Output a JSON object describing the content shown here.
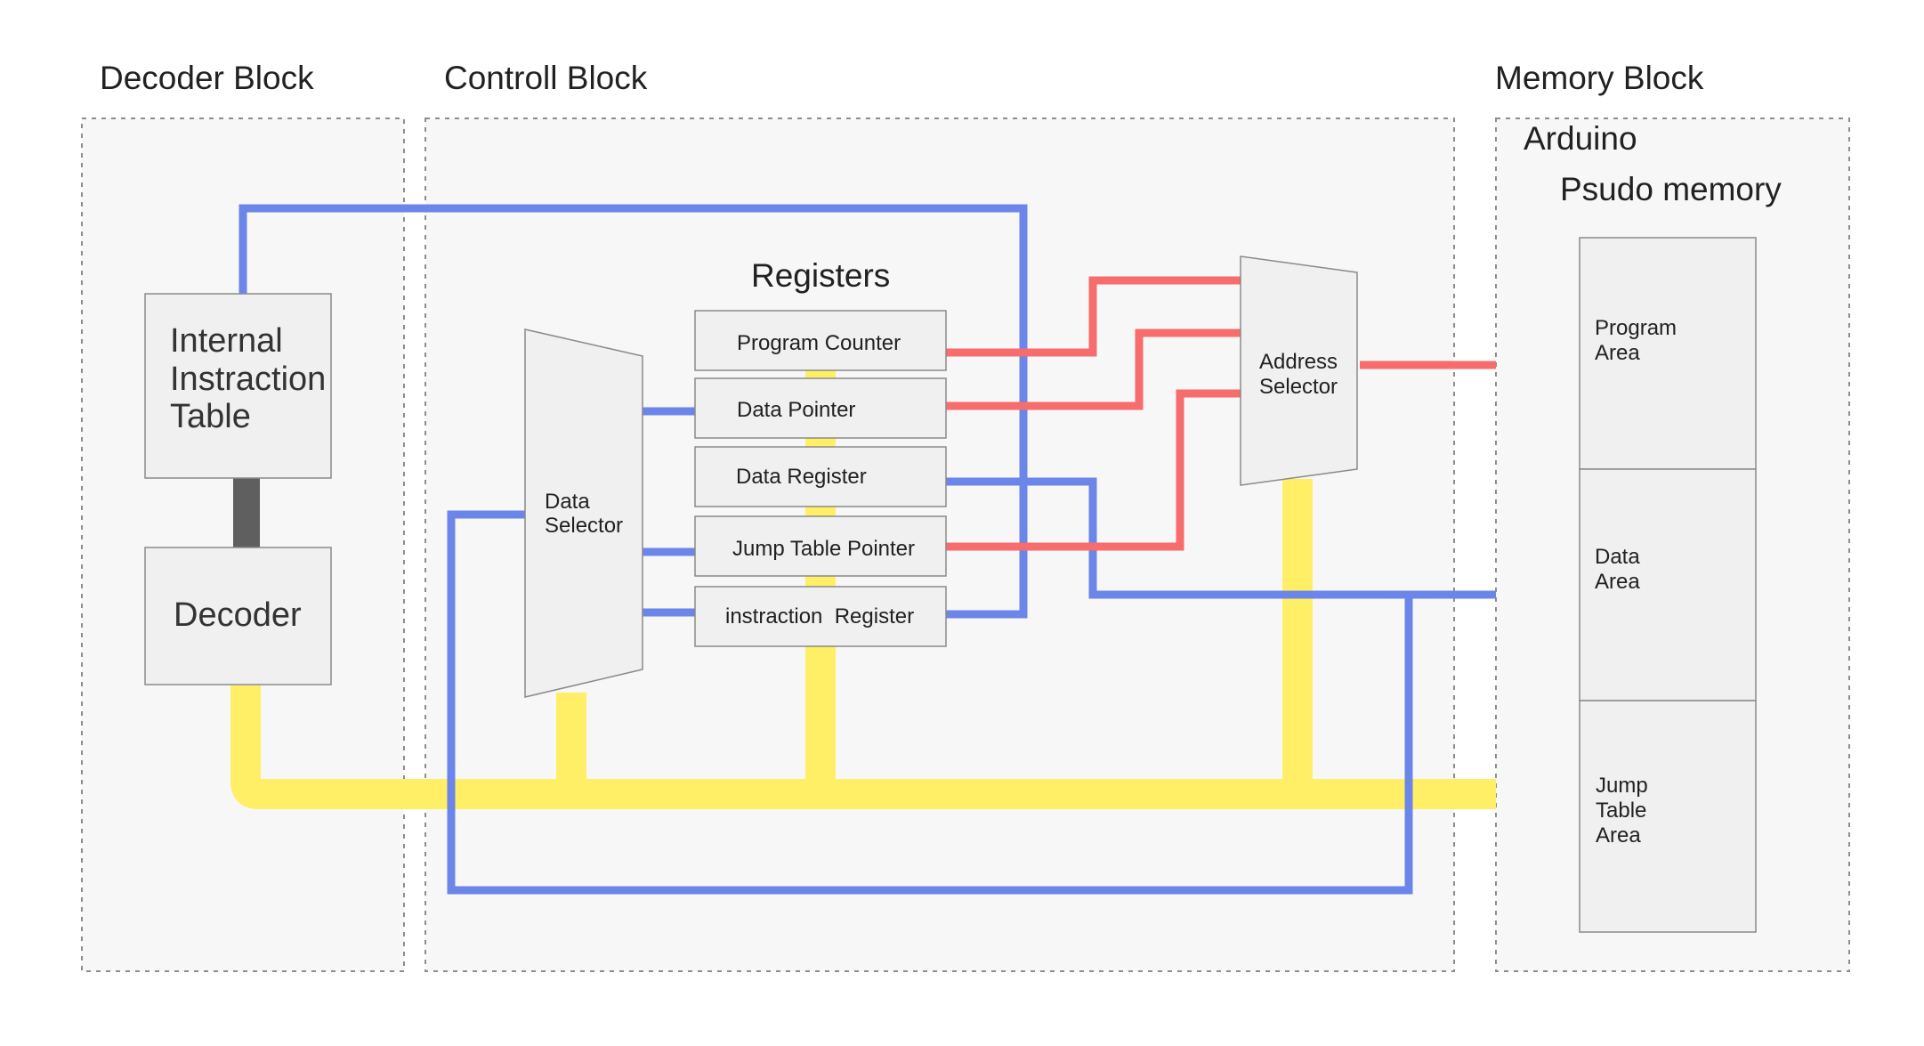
{
  "blocks": {
    "decoder": {
      "title": "Decoder Block"
    },
    "control": {
      "title": "Controll Block"
    },
    "memory": {
      "title": "Memory Block"
    }
  },
  "decoder_block": {
    "instruction_table_lines": [
      "Internal",
      "Instraction",
      "Table"
    ],
    "decoder_label": "Decoder"
  },
  "control_block": {
    "data_selector_lines": [
      "Data",
      "Selector"
    ],
    "registers_title": "Registers",
    "registers": [
      "Program Counter",
      "Data Pointer",
      "Data Register",
      "Jump Table Pointer",
      "instraction  Register"
    ],
    "address_selector_lines": [
      "Address",
      "Selector"
    ]
  },
  "memory_block": {
    "arduino_label": "Arduino",
    "psudo_memory_label": "Psudo memory",
    "areas": [
      [
        "Program",
        "Area"
      ],
      [
        "Data",
        "Area"
      ],
      [
        "Jump",
        "Table",
        "Area"
      ]
    ]
  },
  "colors": {
    "yellow_bus": "#ffef66",
    "blue_bus": "#6c85e8",
    "red_bus": "#f76c6c",
    "dark_link": "#5f5f5f",
    "box_fill": "#f0f0f0",
    "box_stroke": "#8a8a8a",
    "panel_fill": "#f7f7f7"
  }
}
